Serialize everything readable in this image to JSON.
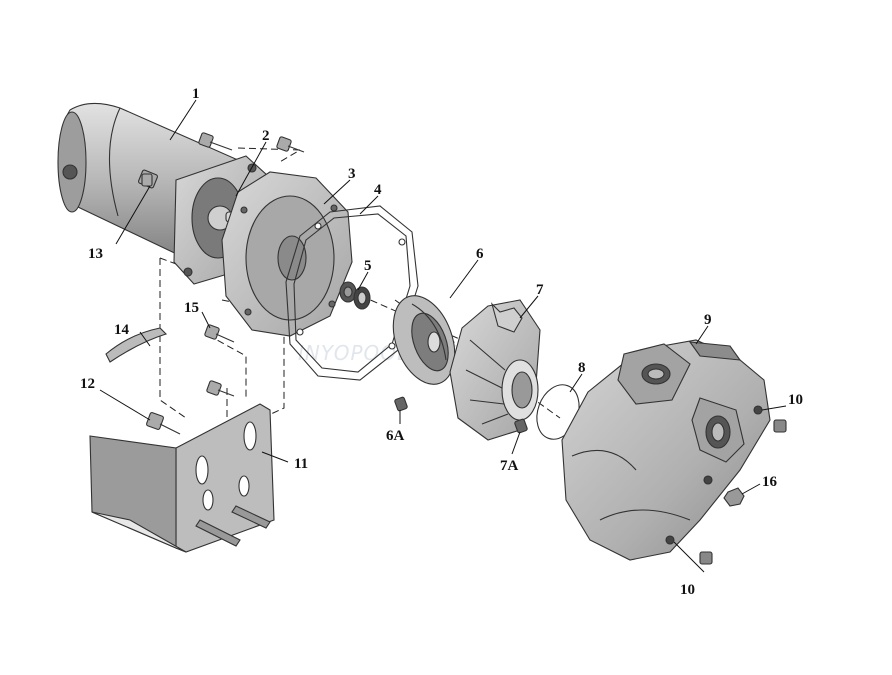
{
  "watermark": "INYOPOOLS.COM",
  "callouts": {
    "c1": "1",
    "c2": "2",
    "c3": "3",
    "c4": "4",
    "c5": "5",
    "c6": "6",
    "c6a": "6A",
    "c7": "7",
    "c7a": "7A",
    "c8": "8",
    "c9": "9",
    "c10a": "10",
    "c10b": "10",
    "c11": "11",
    "c12": "12",
    "c13": "13",
    "c14": "14",
    "c15": "15",
    "c16": "16"
  },
  "colors": {
    "part_fill": "#c8c8c8",
    "part_dark": "#8f8f8f",
    "part_light": "#e4e4e4",
    "line": "#111111"
  }
}
